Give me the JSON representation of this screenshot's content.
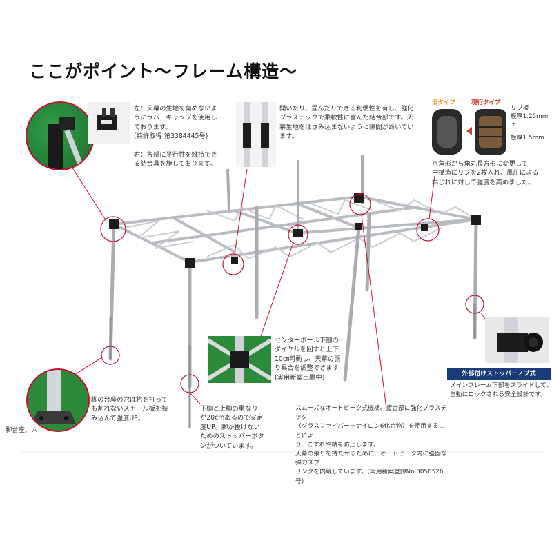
{
  "title": "ここがポイント〜フレーム構造〜",
  "callouts": {
    "top_left": "左：天幕の生地を傷めないよ\nうにラバーキャップを使用し\nております。\n(特許取得 第3384445号)\n\n右：各部に平行性を維持でき\nる結合具を施しております。",
    "top_center": "開いたり、畳んだりできる利便性を有し、強化\nプラスチックで柔軟性に富んだ結合部です。天\n幕生地をはさみ込まないように隙間があいてい\nます。",
    "rib": "八角形から角丸長方形に変更して\n中構造にリブを2枚入れ、風圧による\nねじれに対して強度を高めました。",
    "center_pole": "センターポール下部の\nダイヤルを回すと上下\n10㎝可動し、天幕の張\nり具合を調整できます\n(実用新案出願中)",
    "foot": "脚の台座の穴は杭を打って\nも割れないスチール板を挟\nみ込んで強度UP。",
    "foot_label": "脚台座、穴",
    "leg": "下脚と上脚の重なり\nが20cmあるので安定\n度UP。脚が抜けない\nためのストッパーボタ\nンがついています。",
    "auto_peak": "スムーズなオートピーク式機構。接合部に強化プラスチック\n（グラスファイバー＋ナイロン6化合物）を使用することによ\nり、こすれや錆を防止します。\n天幕の張りを持たせるために、オートピーク内に強固な弾力スプ\nリングを内蔵しています。(実用新案登録No.3058526号)",
    "stopper_title": "外部付けストッパーノブ式",
    "stopper": "メインフレーム下部をスライドして、\n自動にロックされる安全設計です。"
  },
  "rib_detail": {
    "old_label": "旧タイプ",
    "new_label": "現行タイプ",
    "rib_plate": "リブ板\n板厚1.25mmｔ",
    "plate": "板厚1.5mm"
  },
  "colors": {
    "accent_red": "#c8102e",
    "frame_gray": "#b9bdc2",
    "joint_dark": "#1c1c1c",
    "grass_green": "#2d8a3a",
    "badge_navy": "#1a3a78",
    "old_tag": "#e49a1a",
    "new_tag": "#d23f2a"
  }
}
